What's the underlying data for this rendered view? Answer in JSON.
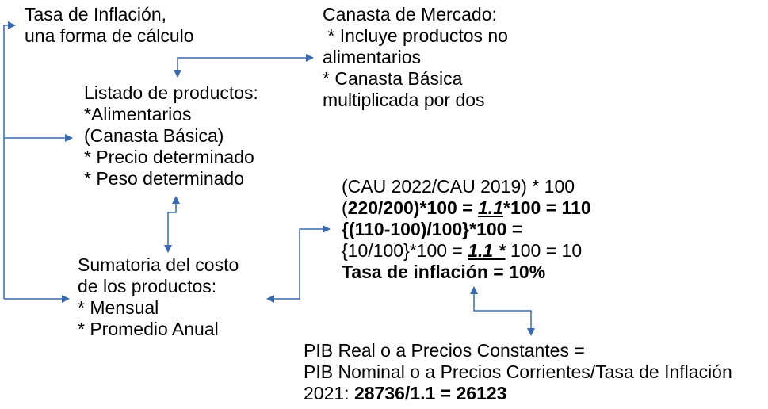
{
  "colors": {
    "text": "#000000",
    "connector": "#3a6aad"
  },
  "title": {
    "line1": "Tasa de Inflación,",
    "line2": "una forma de cálculo"
  },
  "canasta_mercado": {
    "line1": "Canasta de Mercado:",
    "line2": " * Incluye productos no",
    "line3": "alimentarios",
    "line4": "* Canasta Básica",
    "line5": "multiplicada por dos"
  },
  "listado": {
    "line1": "Listado de productos:",
    "line2": "*Alimentarios",
    "line3": "(Canasta Básica)",
    "line4": "* Precio determinado",
    "line5": "* Peso determinado"
  },
  "sumatoria": {
    "line1": "Sumatoria del costo",
    "line2": "de los productos:",
    "line3": "* Mensual",
    "line4": "* Promedio Anual"
  },
  "formula": {
    "line1": "(CAU 2022/CAU 2019) * 100",
    "line2_a": "(",
    "line2_b": "220/200)*100 = ",
    "line2_c": "1.1",
    "line2_d": "*100 = 110",
    "line3": "{(110-100)/100}*100 =",
    "line4_a": "{10/100}*100 = ",
    "line4_b": "1.1 *",
    "line4_c": " 100 = 10",
    "line5": "Tasa de inflación = 10%"
  },
  "pib": {
    "line1": "PIB Real o a Precios Constantes =",
    "line2": "PIB Nominal o a Precios Corrientes/Tasa de Inflación",
    "line3_a": "2021: ",
    "line3_b": "28736/1.1 = 26123"
  }
}
